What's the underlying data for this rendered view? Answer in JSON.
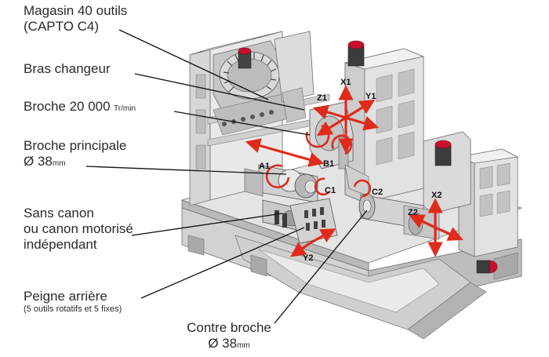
{
  "labels": {
    "magasin": {
      "line1": "Magasin 40 outils",
      "line2": "(CAPTO C4)"
    },
    "bras": "Bras changeur",
    "broche20000": {
      "main": "Broche 20 000",
      "unit": "Tr/min"
    },
    "broche_principale": {
      "line1": "Broche principale",
      "diam": "Ø 38",
      "unit": "mm"
    },
    "sans_canon": {
      "line1": "Sans canon",
      "line2": "ou canon motorisé",
      "line3": "indépendant"
    },
    "peigne": {
      "line1": "Peigne arrière",
      "line2": "(5 outils rotatifs et 5 fixes)"
    },
    "contre_broche": {
      "line1": "Contre broche",
      "diam": "Ø 38",
      "unit": "mm"
    }
  },
  "axes": {
    "X1": "X1",
    "Y1": "Y1",
    "Z1": "Z1",
    "A1": "A1",
    "B1": "B1",
    "C1": "C1",
    "C2": "C2",
    "X2": "X2",
    "Z2": "Z2",
    "Y2": "Y2"
  },
  "colors": {
    "machine_light": "#e6e6e6",
    "machine_mid": "#c9c9c9",
    "machine_dark": "#8e8e8e",
    "axis_arrow": "#e02a1c",
    "motor_red": "#c8102e",
    "leader": "#111111"
  }
}
